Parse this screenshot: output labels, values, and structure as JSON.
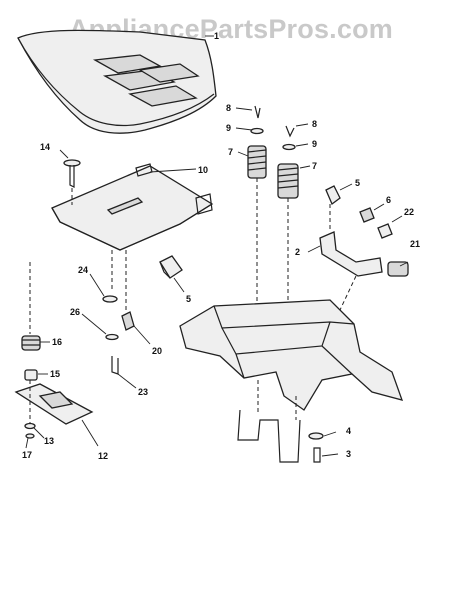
{
  "watermark": "AppliancePartsPros.com",
  "callouts": {
    "c1": "1",
    "c2": "2",
    "c3": "3",
    "c4": "4",
    "c5a": "5",
    "c5b": "5",
    "c6": "6",
    "c7a": "7",
    "c7b": "7",
    "c8a": "8",
    "c8b": "8",
    "c9a": "9",
    "c9b": "9",
    "c10": "10",
    "c12": "12",
    "c13": "13",
    "c14": "14",
    "c15": "15",
    "c16": "16",
    "c17": "17",
    "c20": "20",
    "c21": "21",
    "c22": "22",
    "c23": "23",
    "c24": "24",
    "c26": "26"
  }
}
